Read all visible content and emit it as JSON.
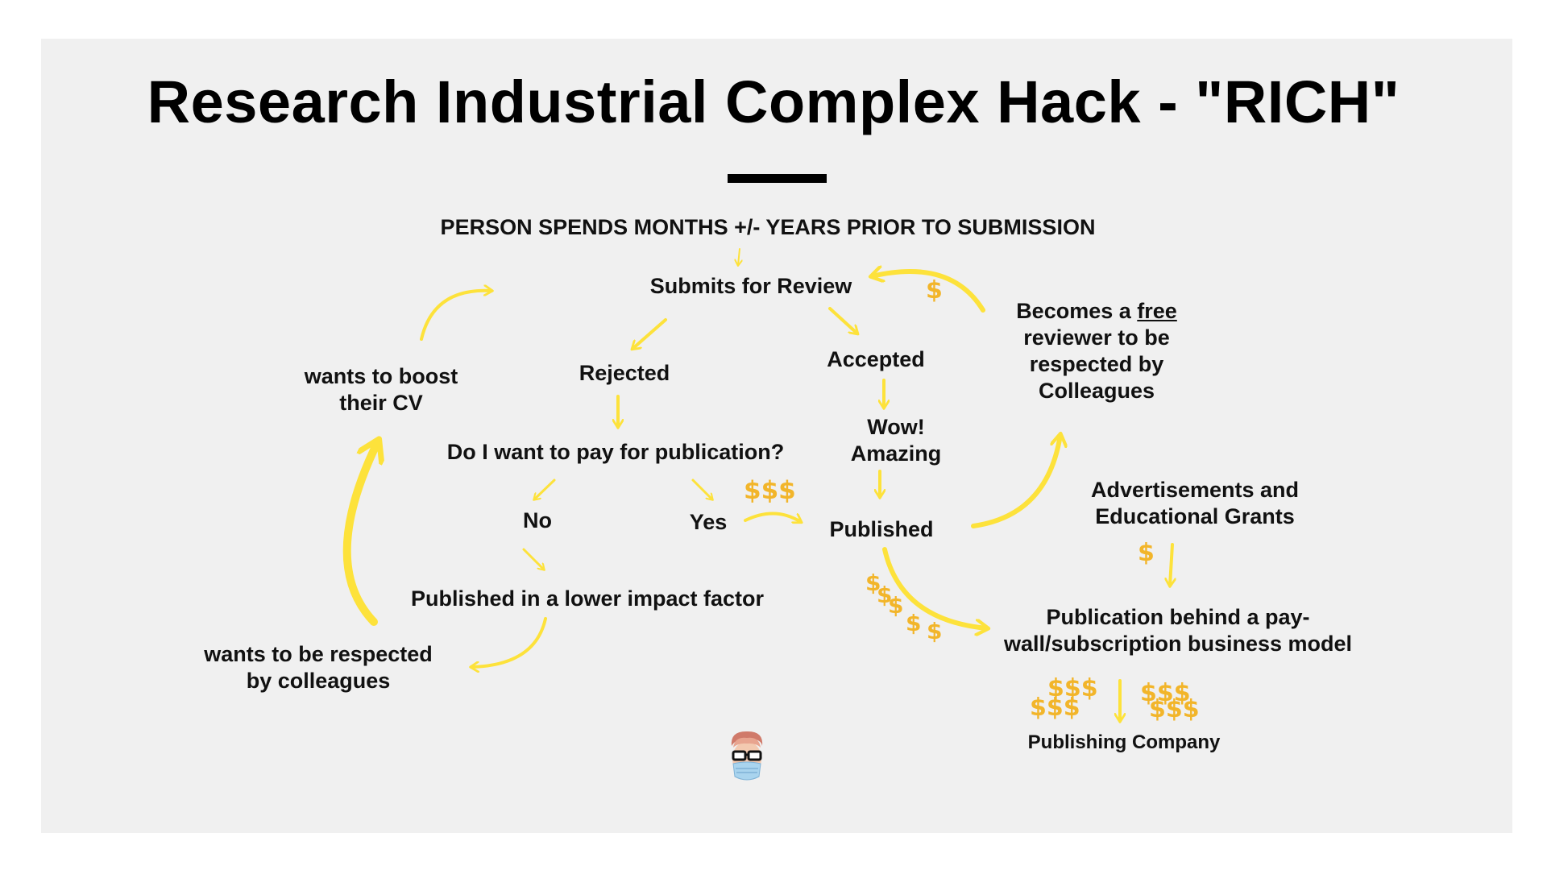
{
  "title": {
    "pre": "Research Industrial ",
    "underlined": "Com",
    "post": "plex Hack - \"RICH\""
  },
  "nodes": {
    "top": "PERSON SPENDS MONTHS +/- YEARS PRIOR TO SUBMISSION",
    "submits": "Submits for Review",
    "rejected": "Rejected",
    "accepted": "Accepted",
    "wow_line1": "Wow!",
    "wow_line2": "Amazing",
    "pay_question": "Do I want to pay for publication?",
    "no": "No",
    "yes": "Yes",
    "published": "Published",
    "lower_impact": "Published in a lower impact factor",
    "boost_line1": "wants to boost",
    "boost_line2": "their CV",
    "respected_line1": "wants  to be respected",
    "respected_line2": "by colleagues",
    "reviewer_line1_pre": "Becomes a ",
    "reviewer_free": "free",
    "reviewer_line2": "reviewer to be",
    "reviewer_line3": "respected by",
    "reviewer_line4": "Colleagues",
    "ads_line1": "Advertisements and",
    "ads_line2": "Educational Grants",
    "paywall_line1": "Publication behind a pay-",
    "paywall_line2": "wall/subscription  business model",
    "publisher": "Publishing Company"
  },
  "symbols": {
    "dollar": "$",
    "triple_dollar": "$$$"
  },
  "colors": {
    "arrow": "#fde23b",
    "dollar": "#f2b52a",
    "panel": "#f0f0f0",
    "text": "#111111"
  }
}
